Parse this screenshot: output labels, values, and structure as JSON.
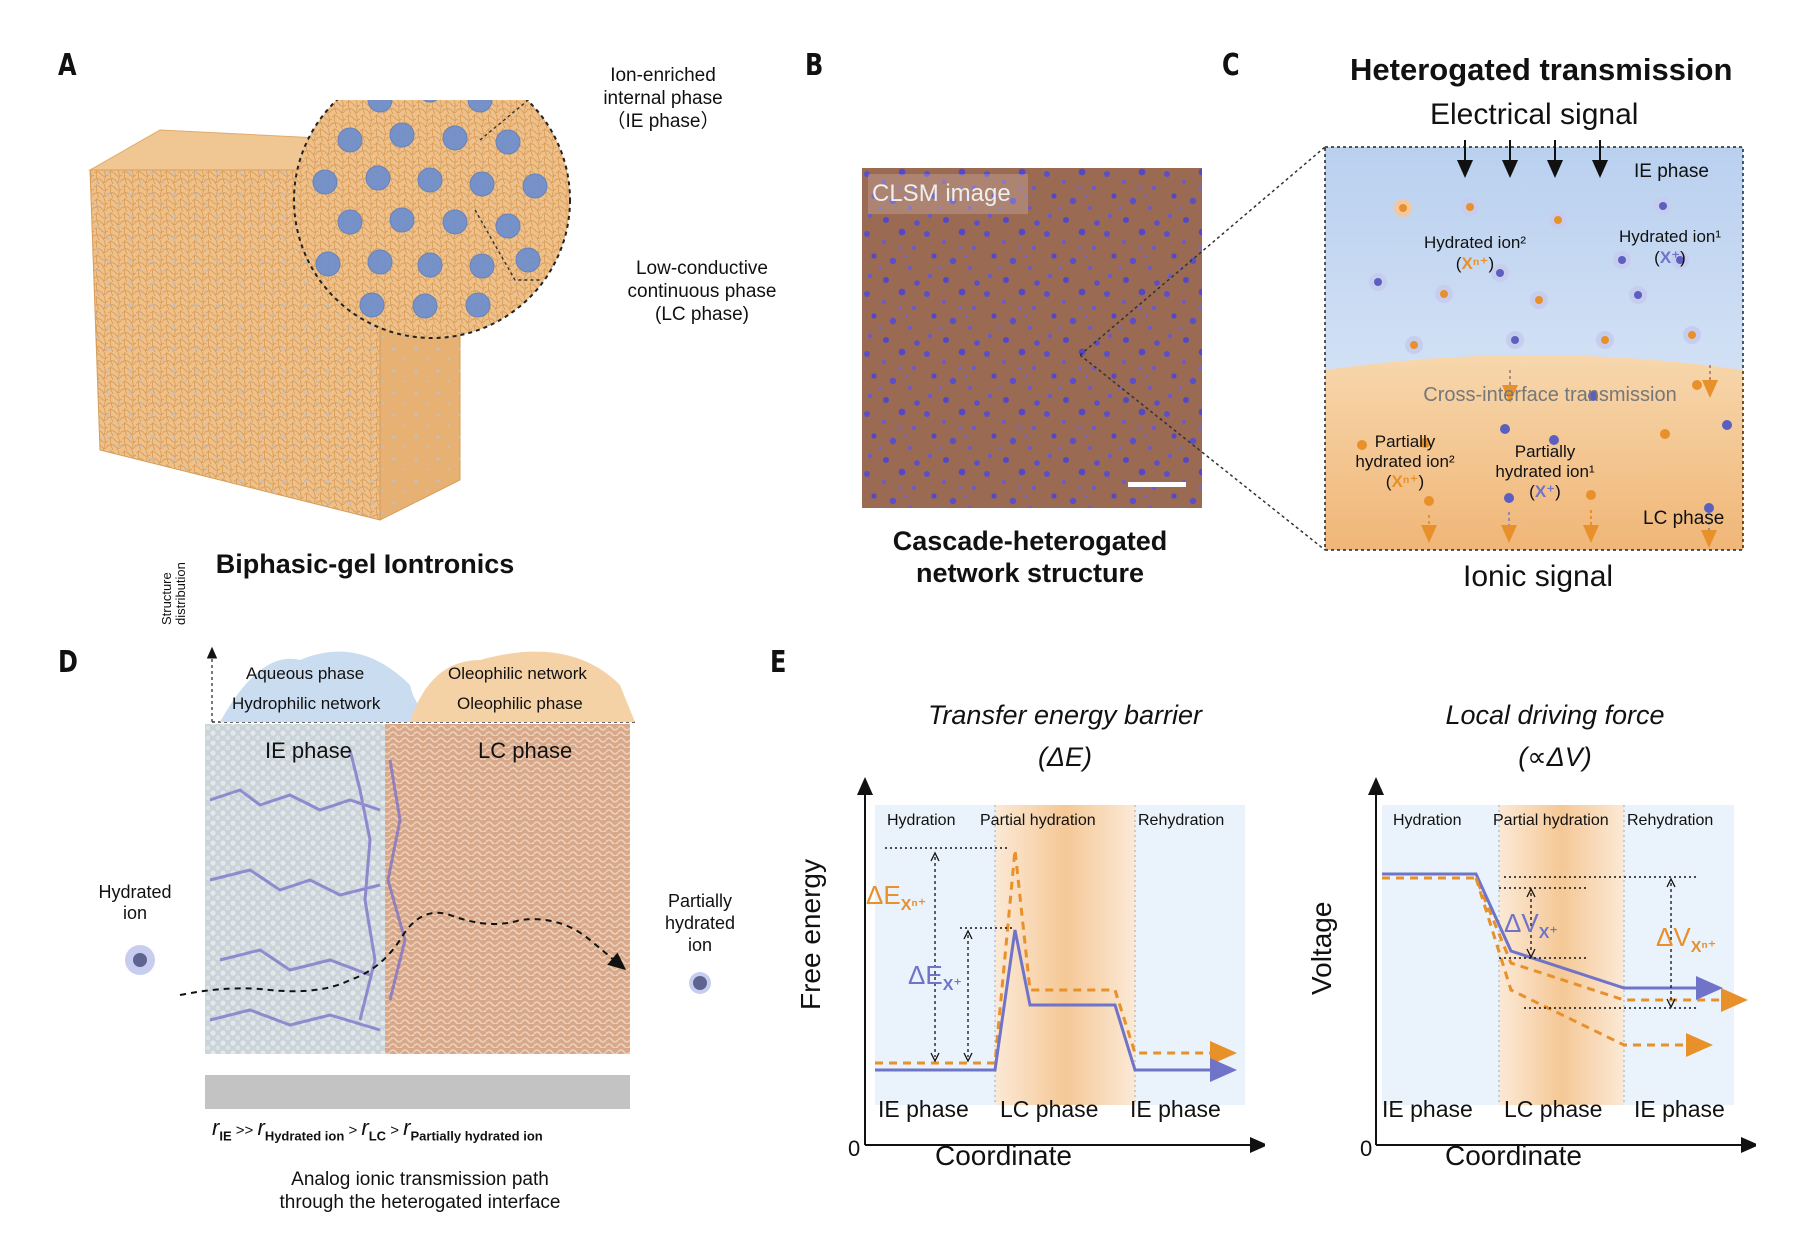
{
  "panels": {
    "A": {
      "letter": "A",
      "callout_ie": [
        "Ion-enriched",
        "internal phase",
        "（IE phase）"
      ],
      "callout_lc": [
        "Low-conductive",
        "continuous phase",
        "(LC phase)"
      ],
      "caption": "Biphasic-gel Iontronics"
    },
    "B": {
      "letter": "B",
      "image_label": "CLSM image",
      "caption": [
        "Cascade-heterogated",
        "network structure"
      ]
    },
    "C": {
      "letter": "C",
      "title": "Heterogated transmission",
      "top_label": "Electrical signal",
      "bottom_label": "Ionic signal",
      "ie_phase": "IE phase",
      "lc_phase": "LC phase",
      "hydrated_ion2": "Hydrated ion²",
      "hydrated_ion2_sym": "Xⁿ⁺",
      "hydrated_ion1": "Hydrated ion¹",
      "hydrated_ion1_sym": "X⁺",
      "cross_interface": "Cross-interface transmission",
      "partial_ion2": [
        "Partially",
        "hydrated ion²"
      ],
      "partial_ion2_sym": "Xⁿ⁺",
      "partial_ion1": [
        "Partially",
        "hydrated ion¹"
      ],
      "partial_ion1_sym": "X⁺"
    },
    "D": {
      "letter": "D",
      "axis_label": [
        "Structure",
        "distribution"
      ],
      "aqueous_phase": "Aqueous phase",
      "hydrophilic_network": "Hydrophilic network",
      "oleophilic_network": "Oleophilic network",
      "oleophilic_phase": "Oleophilic phase",
      "ie_phase": "IE phase",
      "lc_phase": "LC phase",
      "hydrated_ion": [
        "Hydrated",
        "ion"
      ],
      "partial_ion": [
        "Partially",
        "hydrated",
        "ion"
      ],
      "formula": {
        "r": "r",
        "ie": "IE",
        "gg": " >> ",
        "hyd": "Hydrated ion",
        "gt": " > ",
        "lc": "LC",
        "part": "Partially hydrated ion"
      },
      "caption": [
        "Analog ionic transmission path",
        "through the heterogated interface"
      ]
    },
    "E": {
      "letter": "E",
      "left": {
        "title": "Transfer energy barrier",
        "subtitle": "(ΔE)",
        "ylabel": "Free energy",
        "xlabel": "Coordinate",
        "origin": "0",
        "zones": [
          "Hydration",
          "Partial hydration",
          "Rehydration"
        ],
        "phases": [
          "IE phase",
          "LC phase",
          "IE phase"
        ],
        "dE_n": "ΔE",
        "dE_n_sub": "Xⁿ⁺",
        "dE_1": "ΔE",
        "dE_1_sub": "X⁺"
      },
      "right": {
        "title": "Local driving force",
        "subtitle": "(∝ΔV)",
        "ylabel": "Voltage",
        "xlabel": "Coordinate",
        "origin": "0",
        "zones": [
          "Hydration",
          "Partial hydration",
          "Rehydration"
        ],
        "phases": [
          "IE phase",
          "LC phase",
          "IE phase"
        ],
        "dV_1": "ΔV",
        "dV_1_sub": "X⁺",
        "dV_n": "ΔV",
        "dV_n_sub": "Xⁿ⁺"
      }
    }
  },
  "colors": {
    "orange": "#e8902a",
    "purple": "#6f74c8",
    "ie_blue": "#cfe2f3",
    "lc_orange": "#f5c896"
  }
}
